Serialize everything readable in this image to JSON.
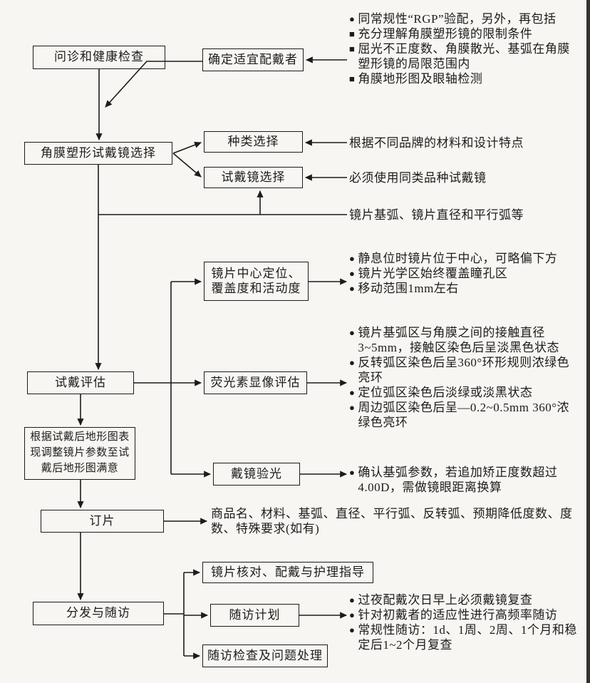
{
  "colors": {
    "ink": "#1c1c1c",
    "paper": "#f7f6f2",
    "scan_edge": "#343230"
  },
  "nodes": {
    "interview": {
      "label": "问诊和健康检查"
    },
    "suitable": {
      "label": "确定适宜配戴者"
    },
    "lens_selection": {
      "label": "角膜塑形试戴镜选择"
    },
    "type_select": {
      "label": "种类选择"
    },
    "trial_select": {
      "label": "试戴镜选择"
    },
    "trial_eval": {
      "label": "试戴评估"
    },
    "centration": {
      "label": "镜片中心定位、覆盖度和活动度"
    },
    "fluorescein": {
      "label": "荧光素显像评估"
    },
    "over_refraction": {
      "label": "戴镜验光"
    },
    "adjust": {
      "label": "根据试戴后地形图表现调整镜片参数至试戴后地形图满意"
    },
    "order": {
      "label": "订片"
    },
    "dispense": {
      "label": "分发与随访"
    },
    "verify": {
      "label": "镜片核对、配戴与护理指导"
    },
    "followup_plan": {
      "label": "随访计划"
    },
    "followup_check": {
      "label": "随访检查及问题处理"
    }
  },
  "notes": {
    "rgp": {
      "items": [
        {
          "marker": "●",
          "text": "同常规性“RGP”验配，另外，再包括"
        },
        {
          "marker": "■",
          "text": "充分理解角膜塑形镜的限制条件"
        },
        {
          "marker": "■",
          "text": "屈光不正度数、角膜散光、基弧在角膜塑形镜的局限范围内"
        },
        {
          "marker": "■",
          "text": "角膜地形图及眼轴检测"
        }
      ]
    },
    "brand": {
      "text": "根据不同品牌的材料和设计特点"
    },
    "same_type": {
      "text": "必须使用同类品种试戴镜"
    },
    "base_curve": {
      "text": "镜片基弧、镜片直径和平行弧等"
    },
    "position": {
      "items": [
        {
          "marker": "●",
          "text": "静息位时镜片位于中心，可略偏下方"
        },
        {
          "marker": "●",
          "text": "镜片光学区始终覆盖瞳孔区"
        },
        {
          "marker": "●",
          "text": "移动范围1mm左右"
        }
      ]
    },
    "fluorescein_notes": {
      "items": [
        {
          "marker": "●",
          "text": "镜片基弧区与角膜之间的接触直径3~5mm，接触区染色后呈淡黑色状态"
        },
        {
          "marker": "●",
          "text": "反转弧区染色后呈360°环形规则浓绿色亮环"
        },
        {
          "marker": "●",
          "text": "定位弧区染色后淡绿或淡黑状态"
        },
        {
          "marker": "●",
          "text": "周边弧区染色后呈—0.2~0.5mm 360°浓绿色亮环"
        }
      ]
    },
    "refraction_notes": {
      "items": [
        {
          "marker": "●",
          "text": "确认基弧参数，若追加矫正度数超过4.00D，需做镜眼距离换算"
        }
      ]
    },
    "order_notes": {
      "text": "商品名、材料、基弧、直径、平行弧、反转弧、预期降低度数、度数、特殊要求(如有)"
    },
    "followup_notes": {
      "items": [
        {
          "marker": "●",
          "text": "过夜配戴次日早上必须戴镜复查"
        },
        {
          "marker": "●",
          "text": "针对初戴者的适应性进行高频率随访"
        },
        {
          "marker": "●",
          "text": "常规性随访：1d、1周、2周、1个月和稳定后1~2个月复查"
        }
      ]
    }
  }
}
